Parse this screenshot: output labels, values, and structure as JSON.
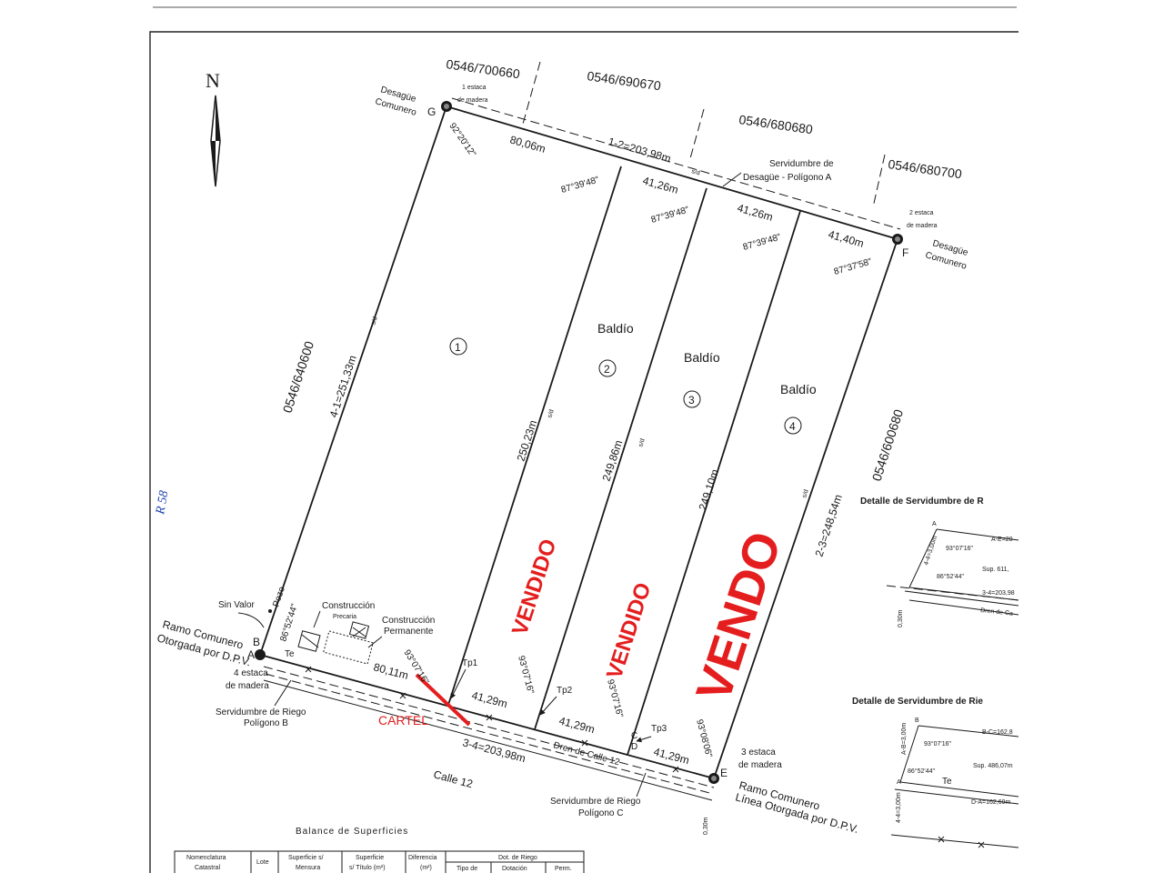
{
  "north": {
    "letter": "N"
  },
  "parcels_top": [
    "0546/700660",
    "0546/690670",
    "0546/680680",
    "0546/680700"
  ],
  "parcel_left": "0546/640600",
  "parcel_right": "0546/600680",
  "vertices": {
    "G": "G",
    "F": "F",
    "A": "A",
    "B": "B",
    "C": "C",
    "D": "D",
    "E": "E"
  },
  "left_top": {
    "desague_1": "Desagüe",
    "desague_2": "Comunero",
    "stake_1": "1 estaca",
    "stake_2": "de madera",
    "angle": "92°20'12\"",
    "seg_80": "80,06m"
  },
  "top_line": {
    "total": "1-2=203,98m",
    "sd": "s/d",
    "serv_1": "Servidumbre de",
    "serv_2": "Desagüe - Polígono A",
    "ang_a": "87°39'48\"",
    "seg_a": "41,26m",
    "ang_b": "87°39'48\"",
    "seg_b": "41,26m",
    "ang_c": "87°39'48\"",
    "seg_c": "41,40m",
    "ang_f": "87°37'58\""
  },
  "right_top": {
    "stake_1": "2 estaca",
    "stake_2": "de madera",
    "desague_1": "Desagüe",
    "desague_2": "Comunero"
  },
  "lots": {
    "n1": "1",
    "n2": "2",
    "n3": "3",
    "n4": "4",
    "baldio_2": "Baldío",
    "baldio_3": "Baldío",
    "baldio_4": "Baldío",
    "len_2": "250,23m",
    "len_3": "249,86m",
    "len_4": "249,10m"
  },
  "sides": {
    "left": "4-1=251,33m",
    "left_sd": "s/d",
    "right": "2-3=248,54m",
    "right_sd": "s/d",
    "sd_2": "s/d",
    "sd_3": "s/d"
  },
  "overlay": {
    "vendido_1": "VENDIDO",
    "vendido_2": "VENDIDO",
    "vendo": "VENDO",
    "cartel": "CARTEL"
  },
  "margin_note": "R 58",
  "bottom": {
    "sin_valor": "Sin Valor",
    "pozo": "Pozo",
    "ang_a": "86°52'44\"",
    "constr_prec_1": "Construcción",
    "constr_prec_2": "Precaria",
    "constr_perm_1": "Construcción",
    "constr_perm_2": "Permanente",
    "ramo_left_1": "Ramo Comunero",
    "ramo_left_2": "Otorgada por D.P.V.",
    "te": "Te",
    "stake4_1": "4 estaca",
    "stake4_2": "de madera",
    "seg_80": "80,11m",
    "ang_tp": "93°07'16\"",
    "tp1": "Tp1",
    "tp2": "Tp2",
    "tp3": "Tp3",
    "seg_1": "41,29m",
    "seg_2": "41,29m",
    "seg_3": "41,29m",
    "ang_1": "93°07'16\"",
    "ang_2": "93°07'16\"",
    "ang_e": "93°08'06\"",
    "serv_b_1": "Servidumbre de Riego",
    "serv_b_2": "Polígono B",
    "total": "3-4=203,98m",
    "dren": "Dren de Calle 12",
    "calle": "Calle 12",
    "serv_c_1": "Servidumbre de Riego",
    "serv_c_2": "Polígono C",
    "stake3_1": "3 estaca",
    "stake3_2": "de madera",
    "ramo_right_1": "Ramo Comunero",
    "ramo_right_2": "Línea Otorgada por D.P.V.",
    "dim_030": "0,30m"
  },
  "detail_a": {
    "title": "Detalle de Servidumbre de R",
    "a": "A",
    "ae": "A-E=20",
    "side": "4-4=3,00m",
    "ang_1": "93°07'16\"",
    "ang_2": "86°52'44\"",
    "sup": "Sup. 611,",
    "line34": "3-4=203,98",
    "dren": "Dren de Ca",
    "dim": "0,30m"
  },
  "detail_b": {
    "title": "Detalle de Servidumbre de Rie",
    "b": "B",
    "a": "A",
    "bc": "B-C=162,8",
    "side_ab": "A-B=3,00m",
    "ang_1": "93°07'16\"",
    "ang_2": "86°52'44\"",
    "sup": "Sup. 486,07m",
    "te": "Te",
    "da": "D-A=162,69m",
    "side_44": "4-4=3,00m"
  },
  "balance": {
    "title": "Balance de Superficies",
    "h_nomen_1": "Nomenclatura",
    "h_nomen_2": "Catastral",
    "h_lote": "Lote",
    "h_sup_m_1": "Superficie s/",
    "h_sup_m_2": "Mensura",
    "h_sup_t_1": "Superficie",
    "h_sup_t_2": "s/ Título (m²)",
    "h_dif_1": "Diferencia",
    "h_dif_2": "(m²)",
    "h_riego": "Dot. de Riego",
    "h_tipo": "Tipo de",
    "h_dot": "Dotación",
    "h_last": "Perm."
  }
}
